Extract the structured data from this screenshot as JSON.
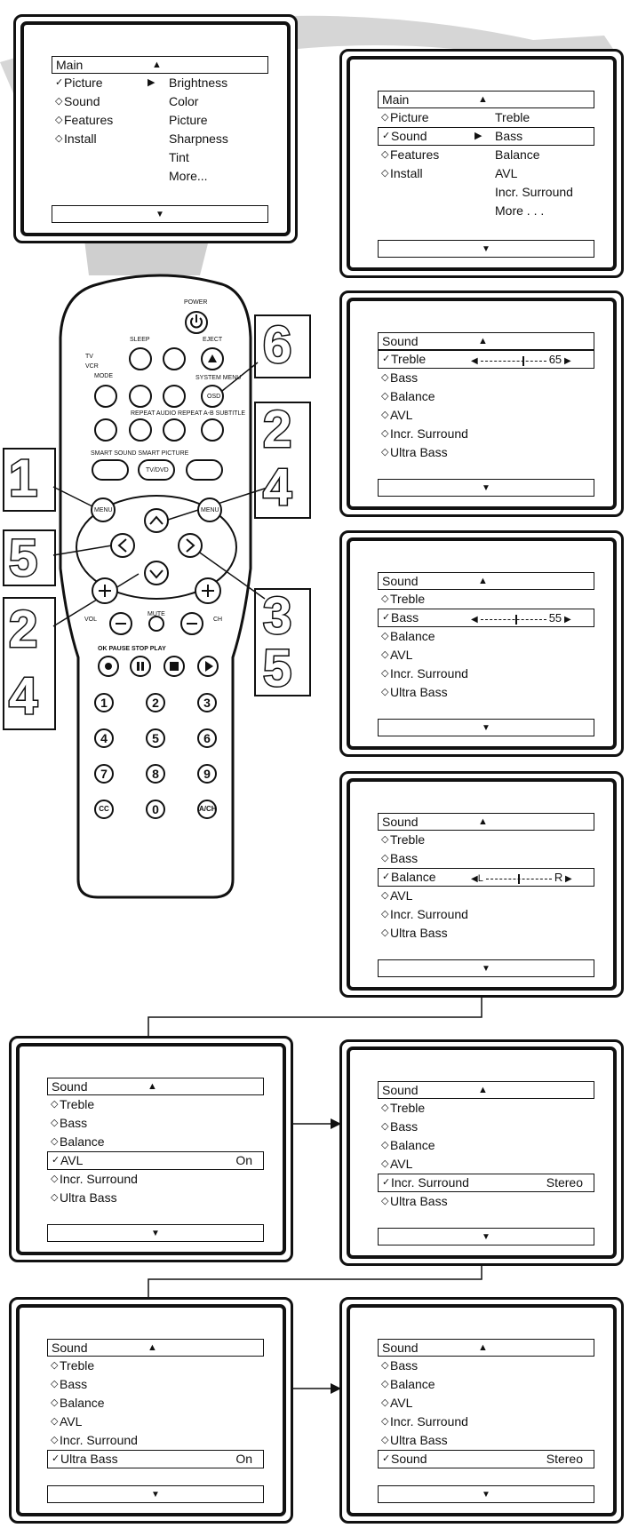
{
  "screens": [
    {
      "title": "Main",
      "items": [
        {
          "label": "Picture",
          "marker": "✓",
          "selected": false,
          "value": ""
        },
        {
          "label": "Sound",
          "marker": "◇",
          "selected": false,
          "value": ""
        },
        {
          "label": "Features",
          "marker": "◇",
          "selected": false,
          "value": ""
        },
        {
          "label": "Install",
          "marker": "◇",
          "selected": false,
          "value": ""
        }
      ],
      "submenu": [
        "Brightness",
        "Color",
        "Picture",
        "Sharpness",
        "Tint",
        "More..."
      ]
    },
    {
      "title": "Main",
      "items": [
        {
          "label": "Picture",
          "marker": "◇",
          "selected": false,
          "value": ""
        },
        {
          "label": "Sound",
          "marker": "✓",
          "selected": true,
          "value": ""
        },
        {
          "label": "Features",
          "marker": "◇",
          "selected": false,
          "value": ""
        },
        {
          "label": "Install",
          "marker": "◇",
          "selected": false,
          "value": ""
        }
      ],
      "submenu": [
        "Treble",
        "Bass",
        "Balance",
        "AVL",
        "Incr. Surround",
        "More . . ."
      ]
    },
    {
      "title": "Sound",
      "items": [
        {
          "label": "Treble",
          "marker": "✓",
          "selected": true,
          "value": ""
        },
        {
          "label": "Bass",
          "marker": "◇",
          "selected": false,
          "value": ""
        },
        {
          "label": "Balance",
          "marker": "◇",
          "selected": false,
          "value": ""
        },
        {
          "label": "AVL",
          "marker": "◇",
          "selected": false,
          "value": ""
        },
        {
          "label": "Incr. Surround",
          "marker": "◇",
          "selected": false,
          "value": ""
        },
        {
          "label": "Ultra Bass",
          "marker": "◇",
          "selected": false,
          "value": ""
        }
      ],
      "slider": {
        "left": "",
        "right": "65",
        "level": 0.65
      }
    },
    {
      "title": "Sound",
      "items": [
        {
          "label": "Treble",
          "marker": "◇",
          "selected": false,
          "value": ""
        },
        {
          "label": "Bass",
          "marker": "✓",
          "selected": true,
          "value": ""
        },
        {
          "label": "Balance",
          "marker": "◇",
          "selected": false,
          "value": ""
        },
        {
          "label": "AVL",
          "marker": "◇",
          "selected": false,
          "value": ""
        },
        {
          "label": "Incr. Surround",
          "marker": "◇",
          "selected": false,
          "value": ""
        },
        {
          "label": "Ultra Bass",
          "marker": "◇",
          "selected": false,
          "value": ""
        }
      ],
      "slider": {
        "left": "",
        "right": "55",
        "level": 0.55
      }
    },
    {
      "title": "Sound",
      "items": [
        {
          "label": "Treble",
          "marker": "◇",
          "selected": false,
          "value": ""
        },
        {
          "label": "Bass",
          "marker": "◇",
          "selected": false,
          "value": ""
        },
        {
          "label": "Balance",
          "marker": "✓",
          "selected": true,
          "value": ""
        },
        {
          "label": "AVL",
          "marker": "◇",
          "selected": false,
          "value": ""
        },
        {
          "label": "Incr. Surround",
          "marker": "◇",
          "selected": false,
          "value": ""
        },
        {
          "label": "Ultra Bass",
          "marker": "◇",
          "selected": false,
          "value": ""
        }
      ],
      "slider": {
        "left": "L",
        "right": "R",
        "level": 0.5
      }
    },
    {
      "title": "Sound",
      "items": [
        {
          "label": "Treble",
          "marker": "◇",
          "selected": false,
          "value": ""
        },
        {
          "label": "Bass",
          "marker": "◇",
          "selected": false,
          "value": ""
        },
        {
          "label": "Balance",
          "marker": "◇",
          "selected": false,
          "value": ""
        },
        {
          "label": "AVL",
          "marker": "✓",
          "selected": true,
          "value": "On"
        },
        {
          "label": "Incr. Surround",
          "marker": "◇",
          "selected": false,
          "value": ""
        },
        {
          "label": "Ultra Bass",
          "marker": "◇",
          "selected": false,
          "value": ""
        }
      ]
    },
    {
      "title": "Sound",
      "items": [
        {
          "label": "Treble",
          "marker": "◇",
          "selected": false,
          "value": ""
        },
        {
          "label": "Bass",
          "marker": "◇",
          "selected": false,
          "value": ""
        },
        {
          "label": "Balance",
          "marker": "◇",
          "selected": false,
          "value": ""
        },
        {
          "label": "AVL",
          "marker": "◇",
          "selected": false,
          "value": ""
        },
        {
          "label": "Incr. Surround",
          "marker": "✓",
          "selected": true,
          "value": "Stereo"
        },
        {
          "label": "Ultra Bass",
          "marker": "◇",
          "selected": false,
          "value": ""
        }
      ]
    },
    {
      "title": "Sound",
      "items": [
        {
          "label": "Treble",
          "marker": "◇",
          "selected": false,
          "value": ""
        },
        {
          "label": "Bass",
          "marker": "◇",
          "selected": false,
          "value": ""
        },
        {
          "label": "Balance",
          "marker": "◇",
          "selected": false,
          "value": ""
        },
        {
          "label": "AVL",
          "marker": "◇",
          "selected": false,
          "value": ""
        },
        {
          "label": "Incr. Surround",
          "marker": "◇",
          "selected": false,
          "value": ""
        },
        {
          "label": "Ultra Bass",
          "marker": "✓",
          "selected": true,
          "value": "On"
        }
      ]
    },
    {
      "title": "Sound",
      "items": [
        {
          "label": "Bass",
          "marker": "◇",
          "selected": false,
          "value": ""
        },
        {
          "label": "Balance",
          "marker": "◇",
          "selected": false,
          "value": ""
        },
        {
          "label": "AVL",
          "marker": "◇",
          "selected": false,
          "value": ""
        },
        {
          "label": "Incr. Surround",
          "marker": "◇",
          "selected": false,
          "value": ""
        },
        {
          "label": "Ultra Bass",
          "marker": "◇",
          "selected": false,
          "value": ""
        },
        {
          "label": "Sound",
          "marker": "✓",
          "selected": true,
          "value": "Stereo"
        }
      ]
    }
  ],
  "step_numbers": [
    "1",
    "2",
    "4",
    "5",
    "6",
    "3",
    "5",
    "2",
    "4"
  ],
  "remote": {
    "power": "POWER",
    "sleep": "SLEEP",
    "eject": "EJECT",
    "tv": "TV",
    "vcr": "VCR",
    "mode": "MODE",
    "system_menu": "SYSTEM MENU",
    "osd": "OSD",
    "row3": "REPEAT AUDIO REPEAT A-B SUBTITLE",
    "smart": "SMART SOUND SMART PICTURE",
    "tvdvd": "TV/DVD",
    "menu_left": "MENU",
    "menu_right": "MENU",
    "vol": "VOL",
    "mute": "MUTE",
    "ch": "CH",
    "transport": "OK  PAUSE  STOP  PLAY",
    "digits": [
      "1",
      "2",
      "3",
      "4",
      "5",
      "6",
      "7",
      "8",
      "9",
      "CC",
      "0",
      "A/CH"
    ]
  },
  "icons": [
    "up-arrow-icon",
    "down-arrow-icon",
    "right-arrow-icon",
    "checkmark-icon",
    "diamond-icon"
  ]
}
